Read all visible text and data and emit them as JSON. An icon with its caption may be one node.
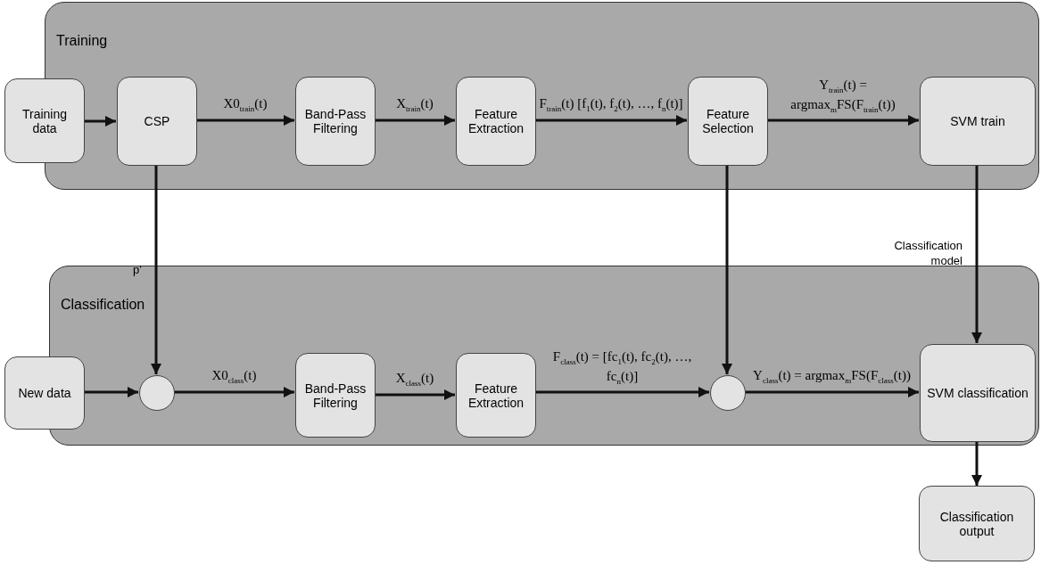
{
  "diagram": {
    "nodes": [
      {
        "text": [
          "Training"
        ]
      },
      {
        "text": [
          "Training data"
        ]
      },
      {
        "text": [
          "CSP"
        ],
        "in": 0
      },
      {
        "text": [
          "Band-Pass Filtering"
        ],
        "in": 0
      },
      {
        "text": [
          "Feature Extraction"
        ],
        "in": 0
      },
      {
        "text": [
          "Feature Selection"
        ],
        "in": 0
      },
      {
        "text": [
          "SVM train"
        ],
        "in": 0
      },
      {
        "text": [
          "Classification"
        ]
      },
      {
        "text": [
          "New data"
        ]
      },
      {
        "text": [],
        "shape": "circle",
        "in": 7
      },
      {
        "text": [
          "Band-Pass Filtering"
        ],
        "in": 7
      },
      {
        "text": [
          "Feature Extraction"
        ],
        "in": 7
      },
      {
        "text": [],
        "shape": "circle",
        "in": 7
      },
      {
        "text": [
          "SVM classification"
        ],
        "in": 7
      },
      {
        "text": [
          "Classification output"
        ]
      }
    ],
    "edges": [
      {
        "from": 1,
        "to": 2,
        "arrow": "to"
      },
      {
        "from": 2,
        "to": 3,
        "arrow": "to",
        "label": "X0$_{train}$(t)"
      },
      {
        "from": 3,
        "to": 4,
        "arrow": "to",
        "label": "X$_{train}$(t)"
      },
      {
        "from": 4,
        "to": 5,
        "arrow": "to",
        "label": "F$_{train}$(t) [f$_{1}$(t), f$_{2}$(t), …, f$_{n}$(t)]"
      },
      {
        "from": 5,
        "to": 6,
        "arrow": "to",
        "label": "Y$_{train}$(t) = argmax$_{m}$FS(F$_{train}$(t))"
      },
      {
        "from": 2,
        "to": 9,
        "arrow": "to",
        "label": "p’"
      },
      {
        "from": 8,
        "to": 9,
        "arrow": "to"
      },
      {
        "from": 9,
        "to": 10,
        "arrow": "to",
        "label": "X0$_{class}$(t)"
      },
      {
        "from": 10,
        "to": 11,
        "arrow": "to",
        "label": "X$_{class}$(t)"
      },
      {
        "from": 11,
        "to": 12,
        "arrow": "to",
        "label": "F$_{class}$(t) = [fc$_{1}$(t), fc$_{2}$(t), …, fc$_{n}$(t)]"
      },
      {
        "from": 5,
        "to": 12,
        "arrow": "to"
      },
      {
        "from": 12,
        "to": 13,
        "arrow": "to",
        "label": "Y$_{class}$(t) = argmax$_{m}$FS(F$_{class}$(t))"
      },
      {
        "from": 6,
        "to": 13,
        "arrow": "to",
        "label": "Classification model"
      },
      {
        "from": 13,
        "to": 14,
        "arrow": "to"
      }
    ]
  }
}
